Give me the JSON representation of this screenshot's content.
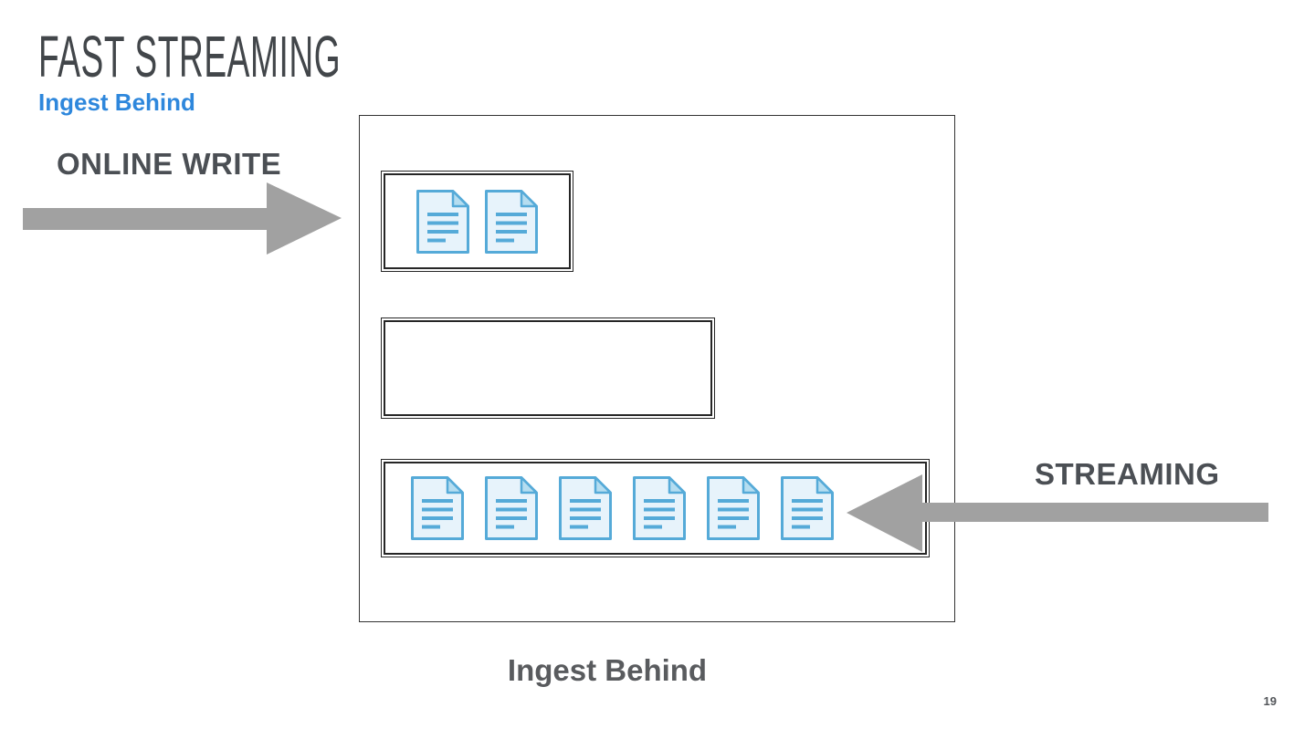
{
  "slide": {
    "title": "FAST STREAMING",
    "subtitle": "Ingest Behind",
    "caption": "Ingest Behind",
    "page_number": "19"
  },
  "annotations": {
    "online_write_label": "ONLINE WRITE",
    "streaming_label": "STREAMING"
  },
  "diagram": {
    "ingested_docs_count": 2,
    "streaming_docs_count": 6,
    "empty_box_content": ""
  },
  "icons": {
    "document": "document-icon",
    "online_write_arrow": "arrow-right-icon",
    "streaming_arrow": "arrow-left-icon"
  },
  "colors": {
    "title_gray": "#42464a",
    "accent_blue": "#2e87dc",
    "label_gray": "#4b4f54",
    "arrow_gray": "#a1a1a1",
    "caption_gray": "#595b5e",
    "box_border": "#262626",
    "doc_fill": "#e7f3fb",
    "doc_stroke": "#55aad8",
    "doc_fold": "#b5ddf0"
  }
}
